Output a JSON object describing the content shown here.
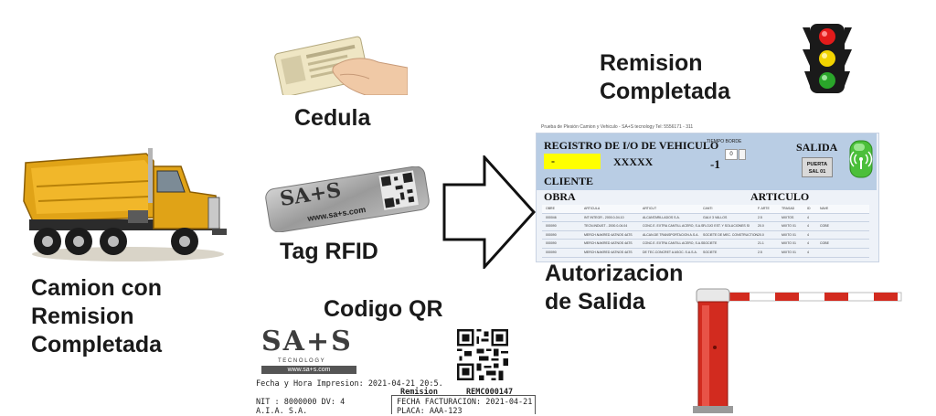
{
  "labels": {
    "truck": [
      "Camion con",
      "Remision",
      "Completada"
    ],
    "cedula": "Cedula",
    "rfid": "Tag RFID",
    "qr": "Codigo QR",
    "remision": [
      "Remision",
      "Completada"
    ],
    "autorizacion": [
      "Autorizacion",
      "de Salida"
    ]
  },
  "rfid_tag": {
    "logo": "SA+S",
    "url": "www.sa+s.com"
  },
  "screen": {
    "caption": "Prueba de Plesión Camion y Vehiculo - SA+S tecnology Tel: 5556171 - 311",
    "title": "REGISTRO DE I/O DE VEHICULO",
    "tiempo_label": "TIEMPO BORDE",
    "id_value": "-",
    "plate": "XXXXX",
    "counter": "-1",
    "stepper_value": "0",
    "salida": "SALIDA",
    "puerta": [
      "PUERTA",
      "SAL 01"
    ],
    "cliente": "CLIENTE",
    "obra": "OBRA",
    "articulo": "ARTICULO",
    "table": {
      "headers": [
        "OBRE",
        "ARTICULA",
        "ARTICUT",
        "CANTI",
        "F. ARTE",
        "TRASAD",
        "ID",
        "NAVE"
      ],
      "rows": [
        [
          "000046",
          "INT INTEGR - 2000.0-04.10",
          "ALCANTARILLADOS S.A.",
          "GALV 3 VALLOS",
          "2.5",
          "MIXTOS",
          "4",
          ""
        ],
        [
          "000090",
          "TECN.INDUST - 2000.0-04.04",
          "CONC.E. EXTRA CANTILL ACERO, S.A.S.",
          "FLOJO EST. Y SOLUCIONES SI",
          "20.0",
          "MIXTO 01",
          "4",
          "COBE"
        ],
        [
          "000090",
          "MERCH.NAKRED 4ATNOS 4ATS",
          "ALCAN.DE TRANSPORTACION A.S.A.",
          "SOCIETE DE MEC. CONSTRUCTION",
          "20.0",
          "MIXTO 01",
          "4",
          ""
        ],
        [
          "000090",
          "MERCH.NAKRED 4ATNOS 4ATS",
          "CONC.E. EXTRA CANTILL ACERO, S.A.S.",
          "SOCIETE",
          "21.1",
          "MIXTO 01",
          "4",
          "COBE"
        ],
        [
          "000090",
          "MERCH.NAKRED 4ATNOS 4ATS",
          "DE TEC.CONCRET A ASOC. S.A.S.A.",
          "SOCIETE",
          "2.5",
          "MIXTO 01",
          "4",
          ""
        ]
      ]
    }
  },
  "receipt": {
    "logo": "SA+S",
    "brand": "T E C N O L O G Y",
    "url": "www.sa+s.com",
    "print_line": "Fecha y Hora Impresion: 2021-04-21 20:5.",
    "remision_label": "Remision",
    "remision_number": "REMC000147",
    "nit_line": "NIT : 8000000   DV: 4",
    "company": "A.I.A. S.A.",
    "fecha_line": "FECHA FACTURACION: 2021-04-21",
    "placa_line": "PLACA: AAA-123"
  },
  "colors": {
    "truck_body": "#e0a317",
    "screen_header": "#b9cde4",
    "yellow_cell": "#ffff00",
    "signal_green": "#4bbf3a",
    "barrier_red": "#d22b1f",
    "traffic_red": "#e31b1b",
    "traffic_yellow": "#f2d300",
    "traffic_green": "#2aa52a"
  },
  "icons": [
    "dump-truck-icon",
    "id-card-hand-icon",
    "rfid-tag-icon",
    "arrow-right-icon",
    "traffic-light-icon",
    "wireless-signal-icon",
    "qr-code-icon",
    "boom-barrier-icon"
  ]
}
